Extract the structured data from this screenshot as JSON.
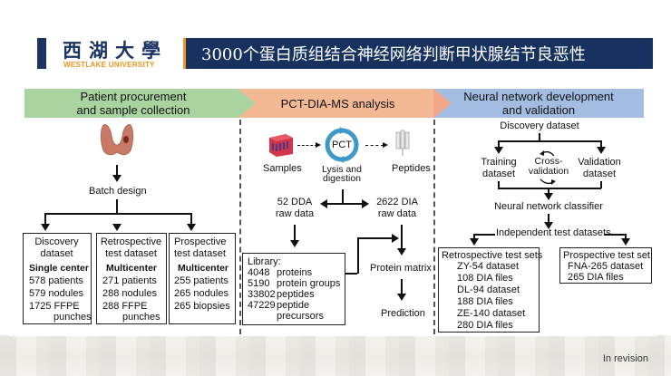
{
  "header": {
    "logo_cn": "西湖大學",
    "logo_en": "WESTLAKE UNIVERSITY",
    "title": "3000个蛋白质组结合神经网络判断甲状腺结节良恶性",
    "colors": {
      "navy": "#17325f",
      "orange": "#f0921e"
    }
  },
  "panels": {
    "procurement": {
      "header": [
        "Patient procurement",
        "and sample collection"
      ],
      "organ_icon": "thyroid-icon",
      "batch_label": "Batch design",
      "datasets": [
        {
          "title": [
            "Discovery",
            "dataset"
          ],
          "center": "Single center",
          "lines": [
            "578 patients",
            "579 nodules",
            "1725 FFPE"
          ],
          "extra": "punches"
        },
        {
          "title": [
            "Retrospective",
            "test dataset"
          ],
          "center": "Multicenter",
          "lines": [
            "271 patients",
            "288 nodules",
            "288 FFPE"
          ],
          "extra": "punches"
        },
        {
          "title": [
            "Prospective",
            "test dataset"
          ],
          "center": "Multicenter",
          "lines": [
            "255 patients",
            "265 nodules",
            "265 biopsies"
          ],
          "extra": ""
        }
      ]
    },
    "analysis": {
      "header": "PCT-DIA-MS analysis",
      "samples_label": "Samples",
      "pct_label": "PCT",
      "lysis_label": [
        "Lysis and",
        "digestion"
      ],
      "peptides_label": "Peptides",
      "dda_label": [
        "52 DDA",
        "raw data"
      ],
      "dia_label": [
        "2622 DIA",
        "raw data"
      ],
      "library": {
        "title": "Library:",
        "rows": [
          {
            "num": "4048",
            "label": "proteins"
          },
          {
            "num": "5190",
            "label": "protein groups"
          },
          {
            "num": "33802",
            "label": "peptides"
          },
          {
            "num": "47229",
            "label": "peptide"
          }
        ],
        "extra": "precursors"
      },
      "protein_matrix": "Protein matrix",
      "prediction": "Prediction"
    },
    "neural": {
      "header": [
        "Neural network development",
        "and validation"
      ],
      "discovery": "Discovery dataset",
      "training": [
        "Training",
        "dataset"
      ],
      "cross": [
        "Cross-",
        "validation"
      ],
      "validation": [
        "Validation",
        "dataset"
      ],
      "classifier": "Neural network classifier",
      "independent": "Independent test datasets",
      "retro": {
        "title": "Retrospective test sets",
        "lines": [
          "ZY-54 dataset",
          "108 DIA files",
          "DL-94 dataset",
          "188 DIA files",
          "ZE-140 dataset",
          "280 DIA files"
        ]
      },
      "prosp": {
        "title": "Prospective test set",
        "lines": [
          "FNA-265 dataset",
          "265 DIA files"
        ]
      }
    }
  },
  "footer": {
    "status": "In revision"
  }
}
